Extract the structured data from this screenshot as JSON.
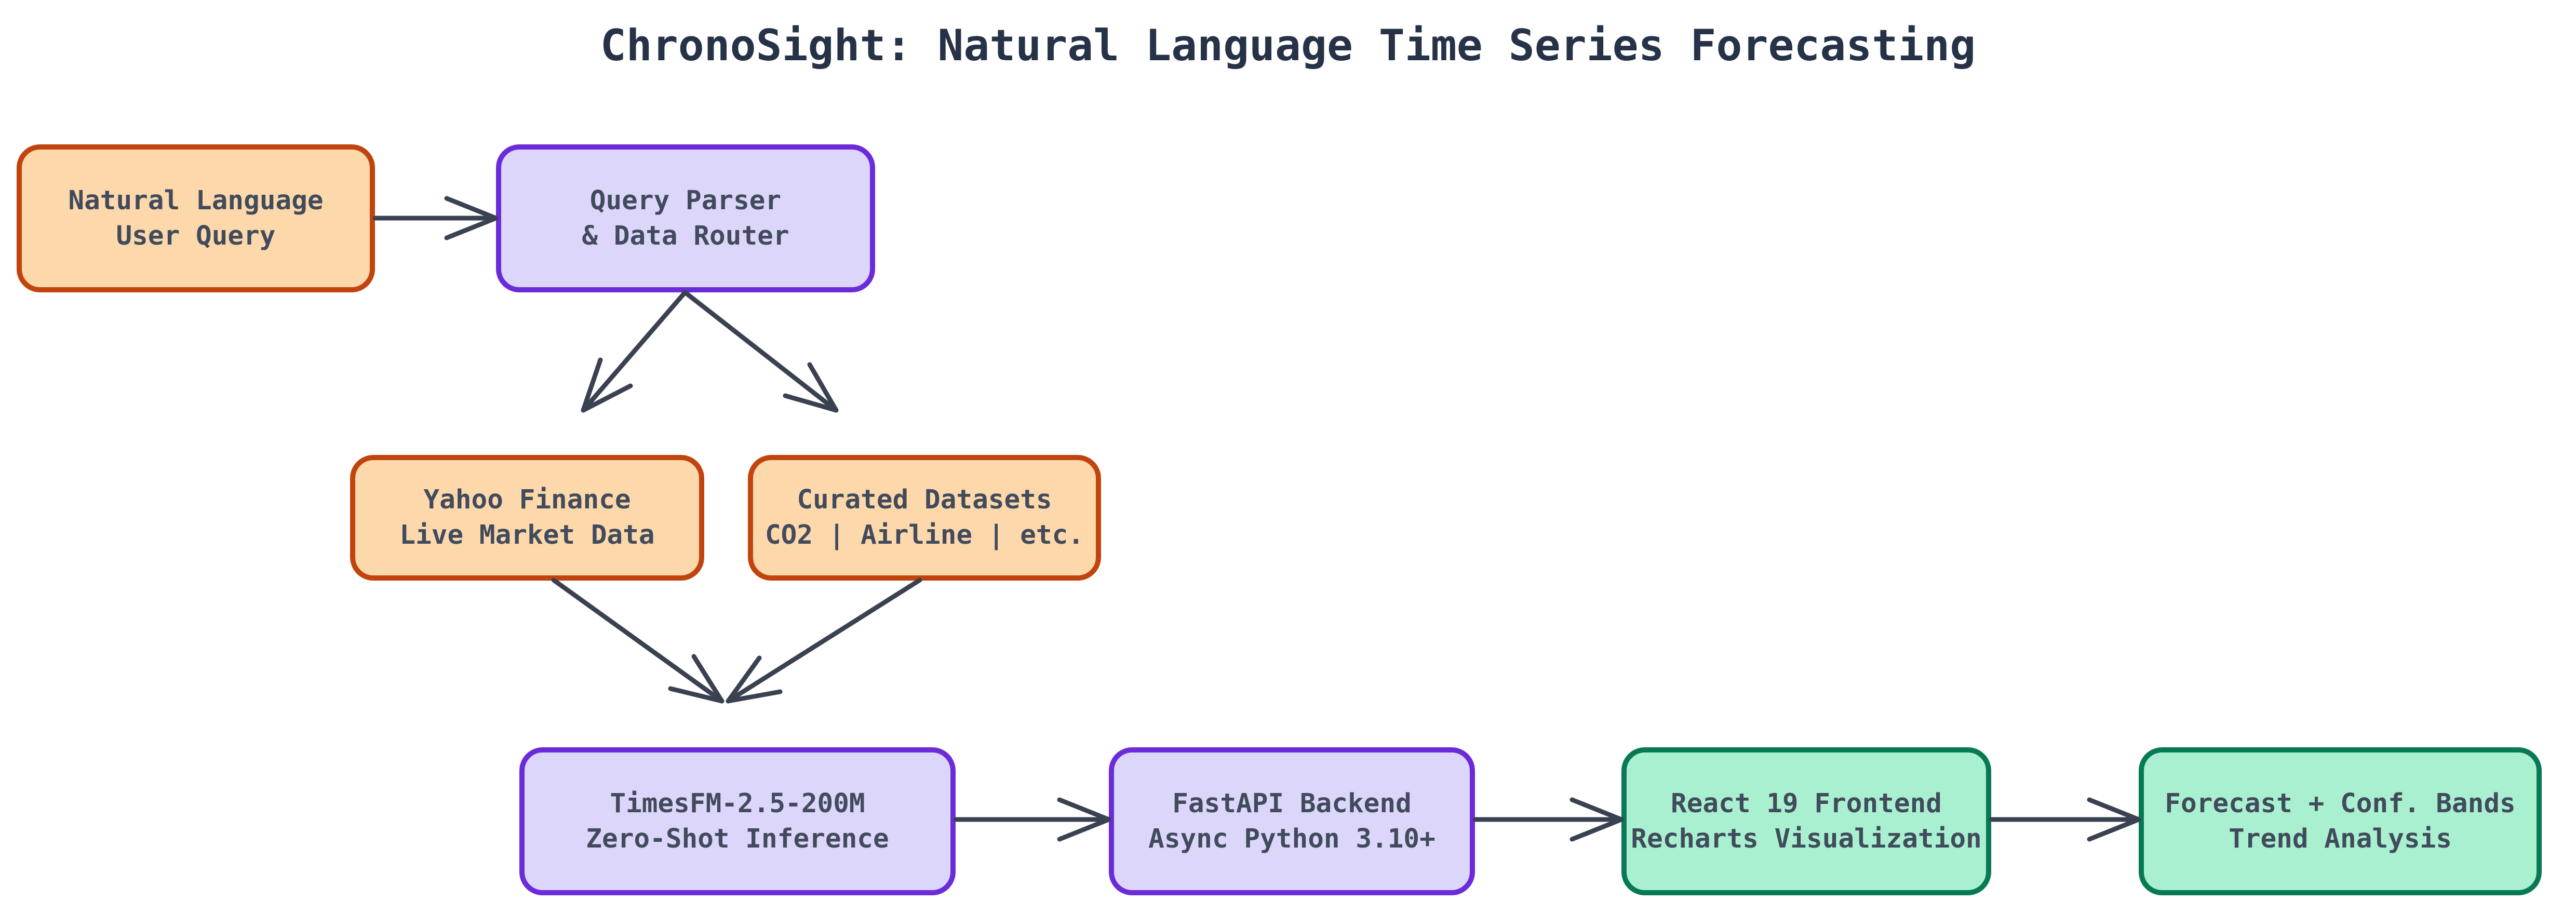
{
  "title": "ChronoSight: Natural Language Time Series Forecasting",
  "theme": {
    "canvas_bg": "#ffffff",
    "title_color": "#263247",
    "text_color": "#414b5c",
    "arrow_color": "#3a4150",
    "orange_fill": "#fdd8ab",
    "orange_border": "#c1440f",
    "purple_fill": "#ddd6fb",
    "purple_border": "#6c2bd9",
    "green_fill": "#a9f0d0",
    "green_border": "#077a55"
  },
  "nodes": [
    {
      "id": "user-query",
      "color": "orange",
      "lines": [
        "Natural Language",
        "User Query"
      ]
    },
    {
      "id": "query-parser",
      "color": "purple",
      "lines": [
        "Query Parser",
        "& Data Router"
      ]
    },
    {
      "id": "yahoo-finance",
      "color": "orange",
      "lines": [
        "Yahoo Finance",
        "Live Market Data"
      ]
    },
    {
      "id": "curated-datasets",
      "color": "orange",
      "lines": [
        "Curated Datasets",
        "CO2 | Airline | etc."
      ]
    },
    {
      "id": "timesfm",
      "color": "purple",
      "lines": [
        "TimesFM-2.5-200M",
        "Zero-Shot Inference"
      ]
    },
    {
      "id": "fastapi",
      "color": "purple",
      "lines": [
        "FastAPI Backend",
        "Async Python 3.10+"
      ]
    },
    {
      "id": "react-frontend",
      "color": "green",
      "lines": [
        "React 19 Frontend",
        "Recharts Visualization"
      ]
    },
    {
      "id": "forecast-output",
      "color": "green",
      "lines": [
        "Forecast + Conf. Bands",
        "Trend Analysis"
      ]
    }
  ],
  "edges": [
    {
      "from": "user-query",
      "to": "query-parser"
    },
    {
      "from": "query-parser",
      "to": "yahoo-finance"
    },
    {
      "from": "query-parser",
      "to": "curated-datasets"
    },
    {
      "from": "yahoo-finance",
      "to": "timesfm"
    },
    {
      "from": "curated-datasets",
      "to": "timesfm"
    },
    {
      "from": "timesfm",
      "to": "fastapi"
    },
    {
      "from": "fastapi",
      "to": "react-frontend"
    },
    {
      "from": "react-frontend",
      "to": "forecast-output"
    }
  ]
}
